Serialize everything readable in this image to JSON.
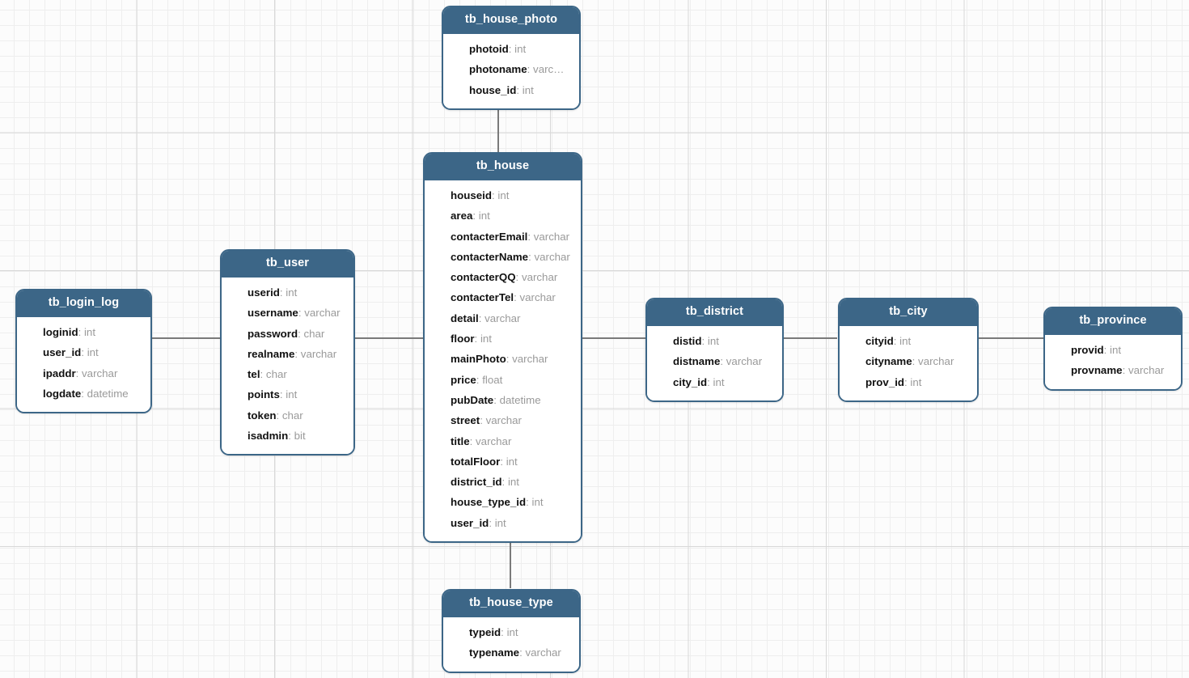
{
  "diagram": {
    "kind": "er-diagram",
    "background": "#fcfcfc",
    "grid": {
      "minor": "#eeeeee",
      "major": "#d8d8d8"
    },
    "accent": "#3c6687",
    "header_text_color": "#ffffff",
    "field_name_color": "#111111",
    "field_type_color": "#9a9a9a",
    "connector_color": "#7a7a7a"
  },
  "tables": [
    {
      "id": "tb_house_photo",
      "title": "tb_house_photo",
      "fields": [
        {
          "name": "photoid",
          "type": "int"
        },
        {
          "name": "photoname",
          "type": "varc…"
        },
        {
          "name": "house_id",
          "type": "int"
        }
      ]
    },
    {
      "id": "tb_house",
      "title": "tb_house",
      "fields": [
        {
          "name": "houseid",
          "type": "int"
        },
        {
          "name": "area",
          "type": "int"
        },
        {
          "name": "contacterEmail",
          "type": "varchar"
        },
        {
          "name": "contacterName",
          "type": "varchar"
        },
        {
          "name": "contacterQQ",
          "type": "varchar"
        },
        {
          "name": "contacterTel",
          "type": "varchar"
        },
        {
          "name": "detail",
          "type": "varchar"
        },
        {
          "name": "floor",
          "type": "int"
        },
        {
          "name": "mainPhoto",
          "type": "varchar"
        },
        {
          "name": "price",
          "type": "float"
        },
        {
          "name": "pubDate",
          "type": "datetime"
        },
        {
          "name": "street",
          "type": "varchar"
        },
        {
          "name": "title",
          "type": "varchar"
        },
        {
          "name": "totalFloor",
          "type": "int"
        },
        {
          "name": "district_id",
          "type": "int"
        },
        {
          "name": "house_type_id",
          "type": "int"
        },
        {
          "name": "user_id",
          "type": "int"
        }
      ]
    },
    {
      "id": "tb_user",
      "title": "tb_user",
      "fields": [
        {
          "name": "userid",
          "type": "int"
        },
        {
          "name": "username",
          "type": "varchar"
        },
        {
          "name": "password",
          "type": "char"
        },
        {
          "name": "realname",
          "type": "varchar"
        },
        {
          "name": "tel",
          "type": "char"
        },
        {
          "name": "points",
          "type": "int"
        },
        {
          "name": "token",
          "type": "char"
        },
        {
          "name": "isadmin",
          "type": "bit"
        }
      ]
    },
    {
      "id": "tb_login_log",
      "title": "tb_login_log",
      "fields": [
        {
          "name": "loginid",
          "type": "int"
        },
        {
          "name": "user_id",
          "type": "int"
        },
        {
          "name": "ipaddr",
          "type": "varchar"
        },
        {
          "name": "logdate",
          "type": "datetime"
        }
      ]
    },
    {
      "id": "tb_district",
      "title": "tb_district",
      "fields": [
        {
          "name": "distid",
          "type": "int"
        },
        {
          "name": "distname",
          "type": "varchar"
        },
        {
          "name": "city_id",
          "type": "int"
        }
      ]
    },
    {
      "id": "tb_city",
      "title": "tb_city",
      "fields": [
        {
          "name": "cityid",
          "type": "int"
        },
        {
          "name": "cityname",
          "type": "varchar"
        },
        {
          "name": "prov_id",
          "type": "int"
        }
      ]
    },
    {
      "id": "tb_province",
      "title": "tb_province",
      "fields": [
        {
          "name": "provid",
          "type": "int"
        },
        {
          "name": "provname",
          "type": "varchar"
        }
      ]
    },
    {
      "id": "tb_house_type",
      "title": "tb_house_type",
      "fields": [
        {
          "name": "typeid",
          "type": "int"
        },
        {
          "name": "typename",
          "type": "varchar"
        }
      ]
    }
  ],
  "relationships": [
    {
      "from": "tb_house_photo",
      "to": "tb_house",
      "orientation": "vertical"
    },
    {
      "from": "tb_login_log",
      "to": "tb_user",
      "orientation": "horizontal"
    },
    {
      "from": "tb_user",
      "to": "tb_house",
      "orientation": "horizontal"
    },
    {
      "from": "tb_house",
      "to": "tb_district",
      "orientation": "horizontal"
    },
    {
      "from": "tb_district",
      "to": "tb_city",
      "orientation": "horizontal"
    },
    {
      "from": "tb_city",
      "to": "tb_province",
      "orientation": "horizontal"
    },
    {
      "from": "tb_house",
      "to": "tb_house_type",
      "orientation": "vertical"
    }
  ]
}
